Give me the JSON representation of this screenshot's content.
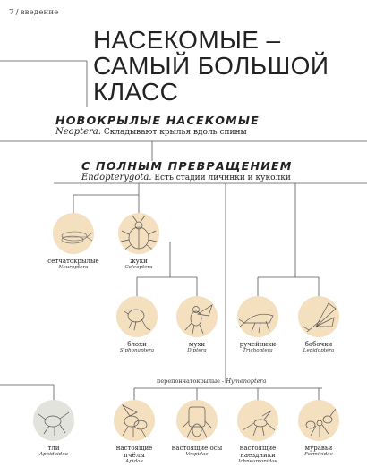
{
  "page": {
    "number": "7",
    "separator": "/",
    "section": "введение"
  },
  "title": {
    "line1": "НАСЕКОМЫЕ –",
    "line2": "САМЫЙ БОЛЬШОЙ",
    "line3": "КЛАСС"
  },
  "neoptera": {
    "heading": "НОВОКРЫЛЫЕ НАСЕКОМЫЕ",
    "latin": "Neoptera.",
    "desc": "Складывают крылья вдоль спины"
  },
  "endopterygota": {
    "heading": "С ПОЛНЫМ ПРЕВРАЩЕНИЕМ",
    "latin": "Endopterygota.",
    "desc": "Есть стадии личинки и куколки"
  },
  "hymenoptera": {
    "label": "перепончатокрылые -",
    "latin": "Hymenoptera"
  },
  "colors": {
    "node_fill": "#f4dfbf",
    "node_gray": "#e1e3dc",
    "line": "#555555"
  },
  "orders": [
    {
      "name": "сетчатокрылые",
      "latin": "Neuroptera",
      "icon": "lacewing-icon"
    },
    {
      "name": "жуки",
      "latin": "Coleoptera",
      "icon": "beetle-icon"
    },
    {
      "name": "блохи",
      "latin": "Siphonaptera",
      "icon": "flea-icon"
    },
    {
      "name": "мухи",
      "latin": "Diptera",
      "icon": "fly-icon"
    },
    {
      "name": "ручейники",
      "latin": "Trichoptera",
      "icon": "caddisfly-icon"
    },
    {
      "name": "бабочки",
      "latin": "Lepidoptera",
      "icon": "butterfly-icon"
    },
    {
      "name": "тли",
      "latin": "Aphidoidea",
      "icon": "aphid-icon"
    },
    {
      "name": "настоящие пчёлы",
      "latin": "Apidae",
      "icon": "bee-icon"
    },
    {
      "name": "настоящие осы",
      "latin": "Vespidae",
      "icon": "wasp-icon"
    },
    {
      "name": "настоящие наездники",
      "latin": "Ichneumonidae",
      "icon": "ichneumon-icon"
    },
    {
      "name": "муравьи",
      "latin": "Formicidae",
      "icon": "ant-icon"
    }
  ]
}
